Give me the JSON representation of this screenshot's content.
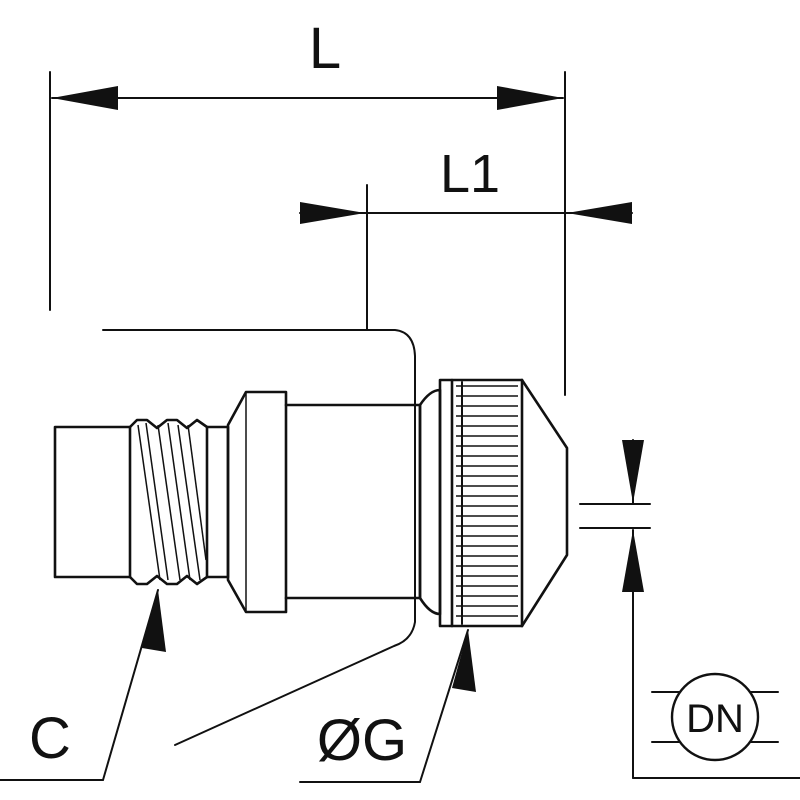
{
  "labels": {
    "length_total": "L",
    "length_partial": "L1",
    "thread": "C",
    "diameter": "ØG",
    "nominal": "DN"
  },
  "colors": {
    "ink": "#111111",
    "background": "#ffffff"
  }
}
